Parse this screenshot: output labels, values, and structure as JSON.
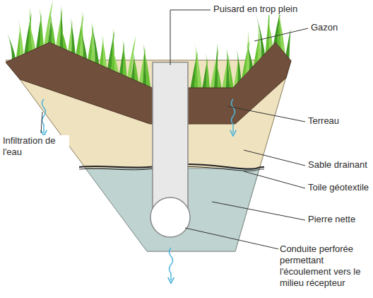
{
  "diagram": {
    "labels": [
      "Puisard en trop plein",
      "Gazon",
      "Terreau",
      "Infiltration de l'eau",
      "Sable drainant",
      "Toile géotextile",
      "Pierre nette",
      "Conduite perforée permettant l'écoulement vers le milieu récepteur"
    ]
  }
}
